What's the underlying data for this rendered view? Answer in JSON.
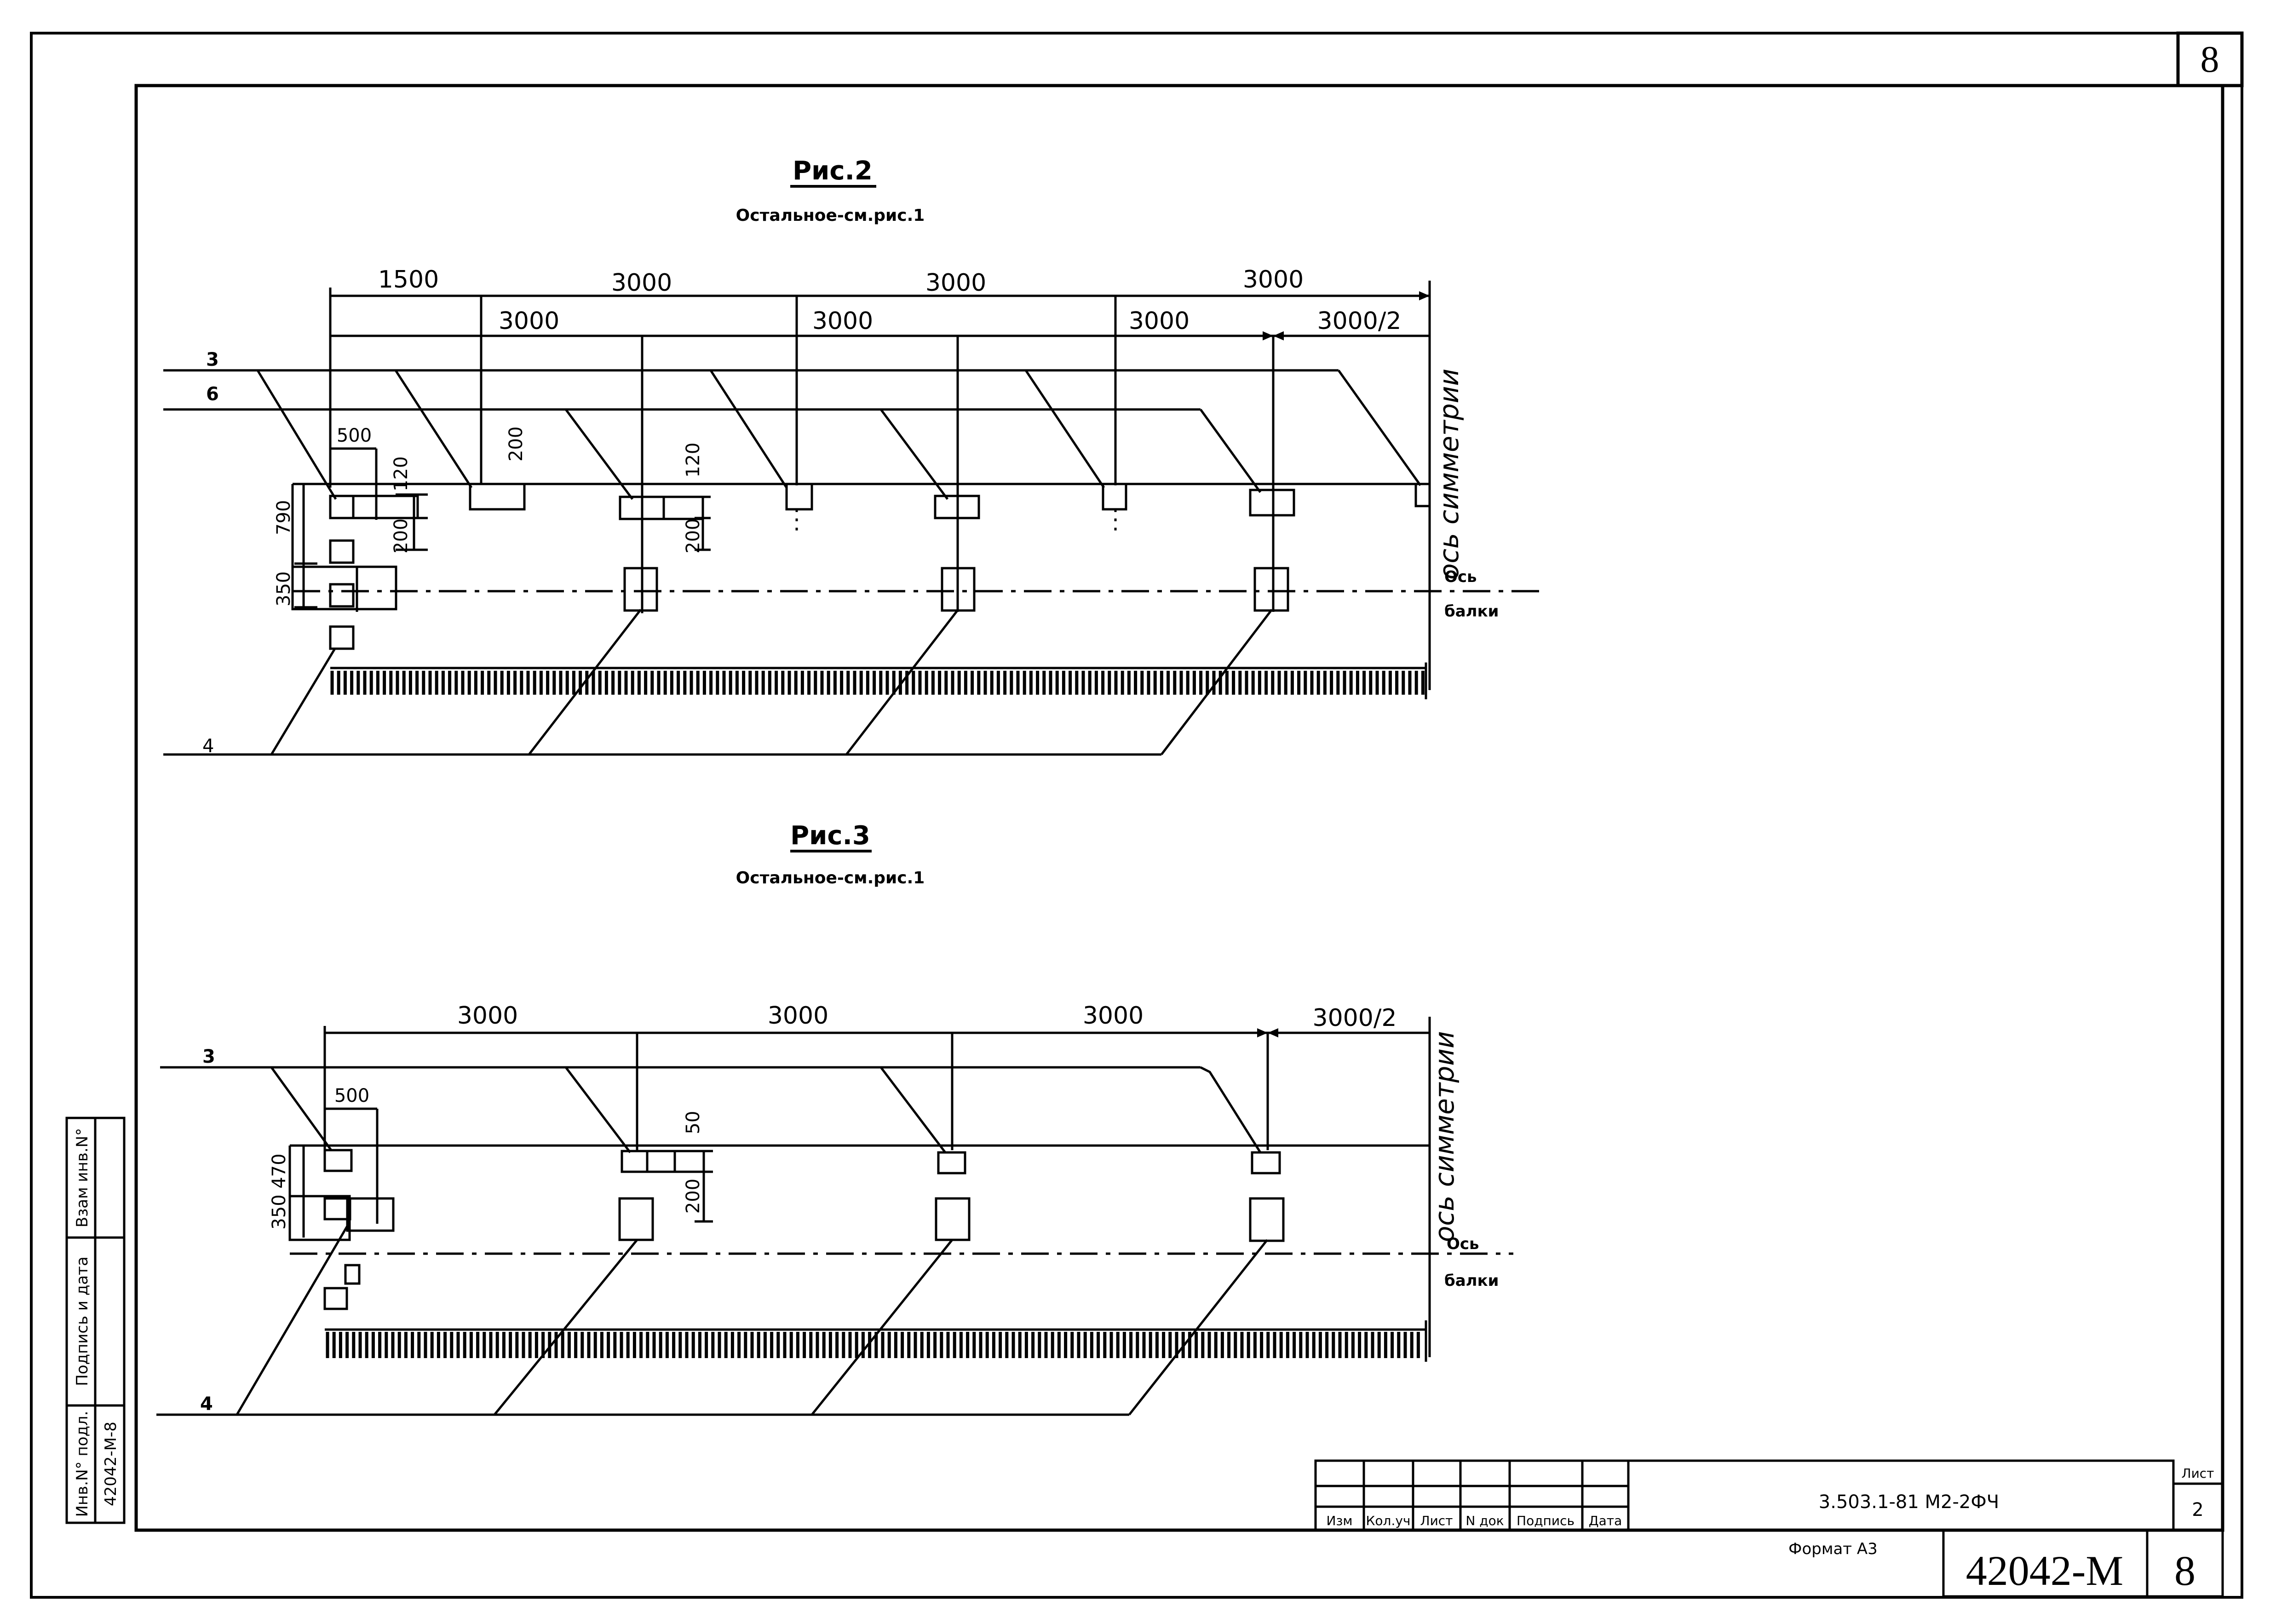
{
  "sheet": {
    "page_number": "8"
  },
  "figure2": {
    "title": "Рис.2",
    "subtitle": "Остальное-см.рис.1",
    "dim_top": [
      "1500",
      "3000",
      "3000",
      "3000"
    ],
    "dim_second": [
      "3000",
      "3000",
      "3000",
      "3000/2"
    ],
    "dims_small": {
      "d500": "500",
      "d120a": "120",
      "d200a": "200",
      "d200b": "200",
      "d120b": "120",
      "d200c": "200",
      "d790": "790",
      "d350": "350"
    },
    "labels": {
      "line3": "3",
      "line6": "6",
      "line4": "4",
      "sym_axis": "ось симметрии",
      "beam_axis_1": "Ось",
      "beam_axis_2": "балки"
    }
  },
  "figure3": {
    "title": "Рис.3",
    "subtitle": "Остальное-см.рис.1",
    "dim_top": [
      "3000",
      "3000",
      "3000",
      "3000/2"
    ],
    "dims_small": {
      "d500": "500",
      "d50": "50",
      "d200": "200",
      "d350_470": "350 470"
    },
    "labels": {
      "line3": "3",
      "line4": "4",
      "sym_axis": "ось симметрии",
      "beam_axis_1": "Ось",
      "beam_axis_2": "балки"
    }
  },
  "left_stamp": {
    "fields": [
      "Взам инв.N°",
      "Подпись и дата",
      "Инв.N° подл."
    ],
    "inv_value": "42042-М-8"
  },
  "title_block": {
    "columns": [
      "Изм",
      "Кол.уч",
      "Лист",
      "N док",
      "Подпись",
      "Дата"
    ],
    "designation": "3.503.1-81 М2-2ФЧ",
    "sheet_label": "Лист",
    "sheet_value": "2"
  },
  "footer": {
    "format": "Формат А3",
    "doc_number": "42042-М",
    "page_number": "8"
  }
}
